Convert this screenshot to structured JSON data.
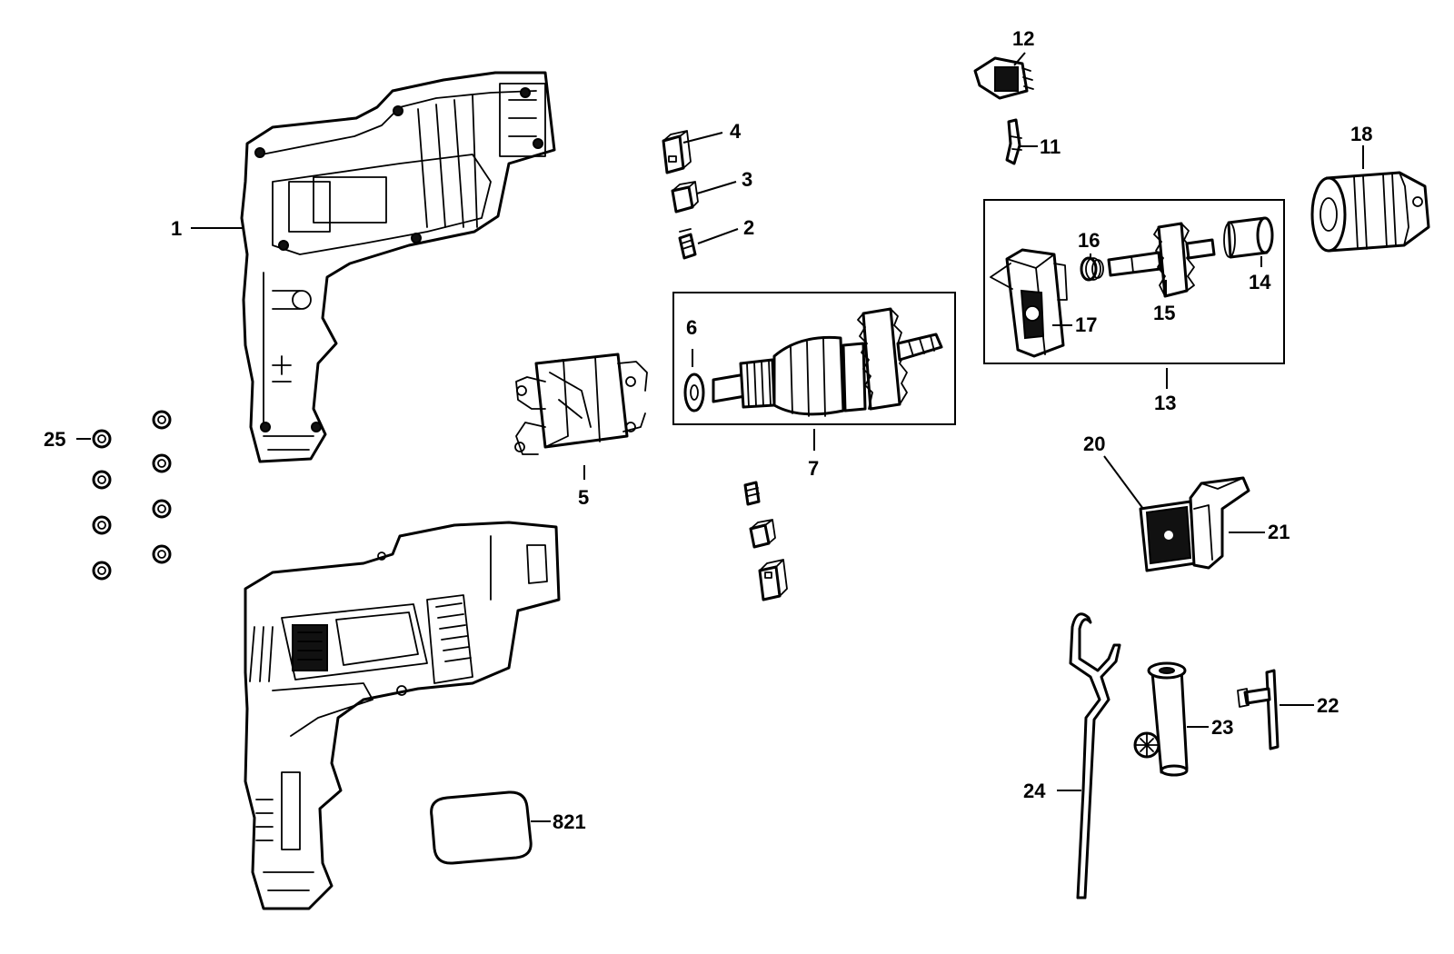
{
  "labels": {
    "p1": "1",
    "p2": "2",
    "p3": "3",
    "p4": "4",
    "p5": "5",
    "p6": "6",
    "p7": "7",
    "p11": "11",
    "p12": "12",
    "p13": "13",
    "p14": "14",
    "p15": "15",
    "p16": "16",
    "p17": "17",
    "p18": "18",
    "p20": "20",
    "p21": "21",
    "p22": "22",
    "p23": "23",
    "p24": "24",
    "p25": "25",
    "p821": "821"
  }
}
